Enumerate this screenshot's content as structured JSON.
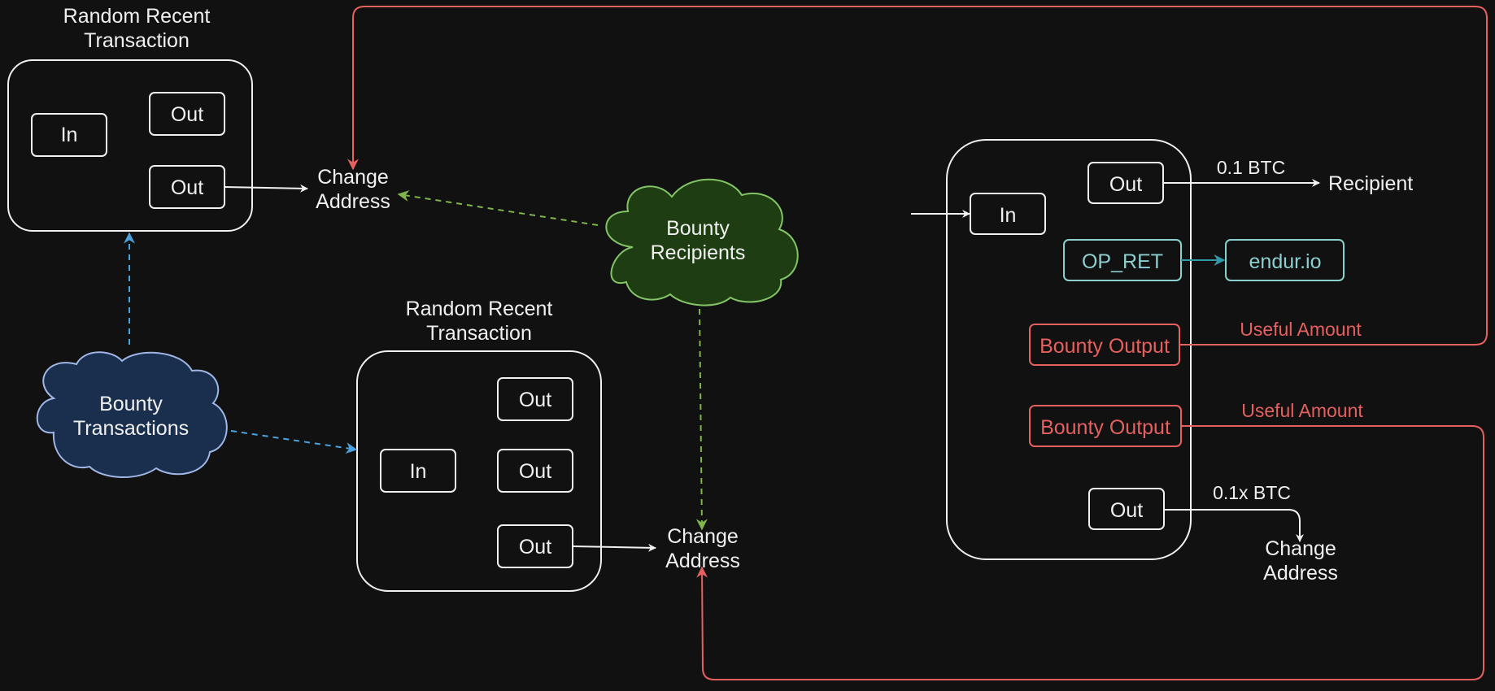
{
  "colors": {
    "background": "#111111",
    "foreground": "#f0f0f0",
    "bounty_red": "#e5605e",
    "teal": "#8ccfcf",
    "teal_arrow": "#2f9aa6",
    "green_dash": "#7fb54a",
    "blue_dash": "#4aa3df",
    "cloud_green_fill": "#1f3d12",
    "cloud_green_stroke": "#82c466",
    "cloud_blue_fill": "#1a2f4e",
    "cloud_blue_stroke": "#9fb6e6"
  },
  "tx_left_top": {
    "title_line1": "Random Recent",
    "title_line2": "Transaction",
    "in": "In",
    "out1": "Out",
    "out2": "Out"
  },
  "tx_left_bottom": {
    "title_line1": "Random Recent",
    "title_line2": "Transaction",
    "in": "In",
    "out1": "Out",
    "out2": "Out",
    "out3": "Out"
  },
  "change_address_top": {
    "line1": "Change",
    "line2": "Address"
  },
  "change_address_bottom": {
    "line1": "Change",
    "line2": "Address"
  },
  "change_address_right": {
    "line1": "Change",
    "line2": "Address"
  },
  "cloud_recipients": {
    "line1": "Bounty",
    "line2": "Recipients"
  },
  "cloud_transactions": {
    "line1": "Bounty",
    "line2": "Transactions"
  },
  "bounty_tx": {
    "in": "In",
    "out_top": "Out",
    "op_ret": "OP_RET",
    "bounty_output_1": "Bounty Output",
    "bounty_output_2": "Bounty Output",
    "out_bottom": "Out"
  },
  "labels": {
    "amount_recipient": "0.1 BTC",
    "recipient": "Recipient",
    "endur": "endur.io",
    "useful_amount_1": "Useful Amount",
    "useful_amount_2": "Useful Amount",
    "amount_change": "0.1x BTC"
  }
}
